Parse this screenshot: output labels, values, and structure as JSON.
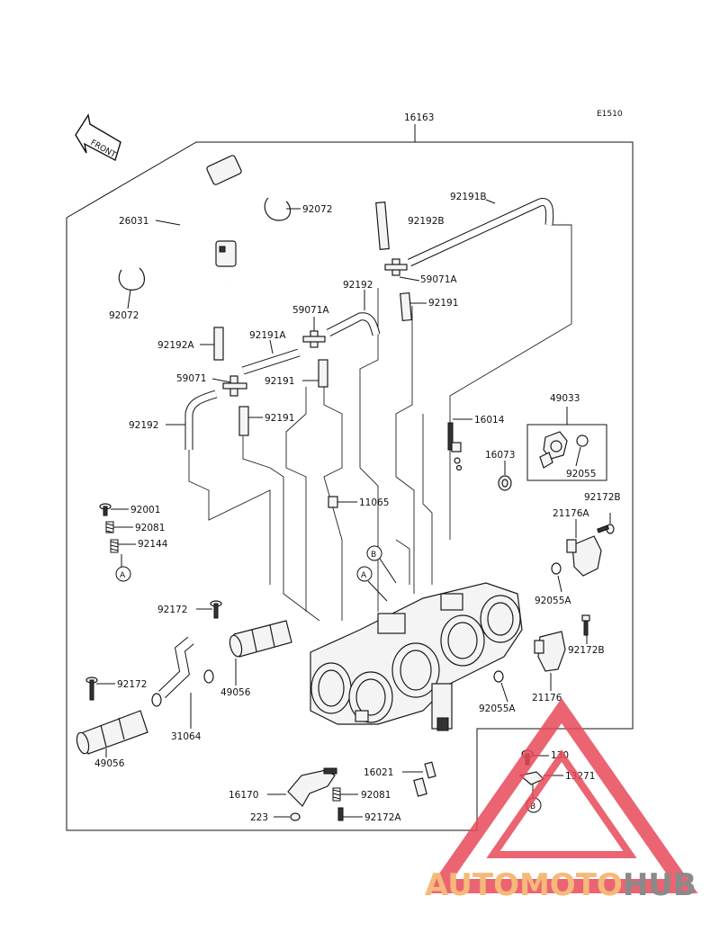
{
  "diagram": {
    "code": "E1510",
    "front_label": "FRONT",
    "assembly_number": "16163",
    "parts": [
      {
        "id": "26031"
      },
      {
        "id": "92072"
      },
      {
        "id": "92072"
      },
      {
        "id": "92191B"
      },
      {
        "id": "92192B"
      },
      {
        "id": "59071A"
      },
      {
        "id": "92191"
      },
      {
        "id": "92192"
      },
      {
        "id": "59071A"
      },
      {
        "id": "92192A"
      },
      {
        "id": "92191A"
      },
      {
        "id": "59071"
      },
      {
        "id": "92191"
      },
      {
        "id": "92192"
      },
      {
        "id": "92191"
      },
      {
        "id": "16014"
      },
      {
        "id": "49033"
      },
      {
        "id": "16073"
      },
      {
        "id": "92055"
      },
      {
        "id": "92001"
      },
      {
        "id": "92081"
      },
      {
        "id": "92144"
      },
      {
        "id": "11065"
      },
      {
        "id": "92172B"
      },
      {
        "id": "21176A"
      },
      {
        "id": "92055A"
      },
      {
        "id": "92172"
      },
      {
        "id": "92172B"
      },
      {
        "id": "49056"
      },
      {
        "id": "92172"
      },
      {
        "id": "21176"
      },
      {
        "id": "92055A"
      },
      {
        "id": "31064"
      },
      {
        "id": "49056"
      },
      {
        "id": "130"
      },
      {
        "id": "16021"
      },
      {
        "id": "13271"
      },
      {
        "id": "16170"
      },
      {
        "id": "92081"
      },
      {
        "id": "223"
      },
      {
        "id": "92172A"
      }
    ],
    "refs": [
      "A",
      "B",
      "A",
      "B"
    ]
  },
  "watermark": {
    "part1": "AUTOMOTO",
    "part2": "HUB",
    "color1": "#f5b97a",
    "color2": "#8a8a8a",
    "triangle_color": "#e8495a"
  }
}
